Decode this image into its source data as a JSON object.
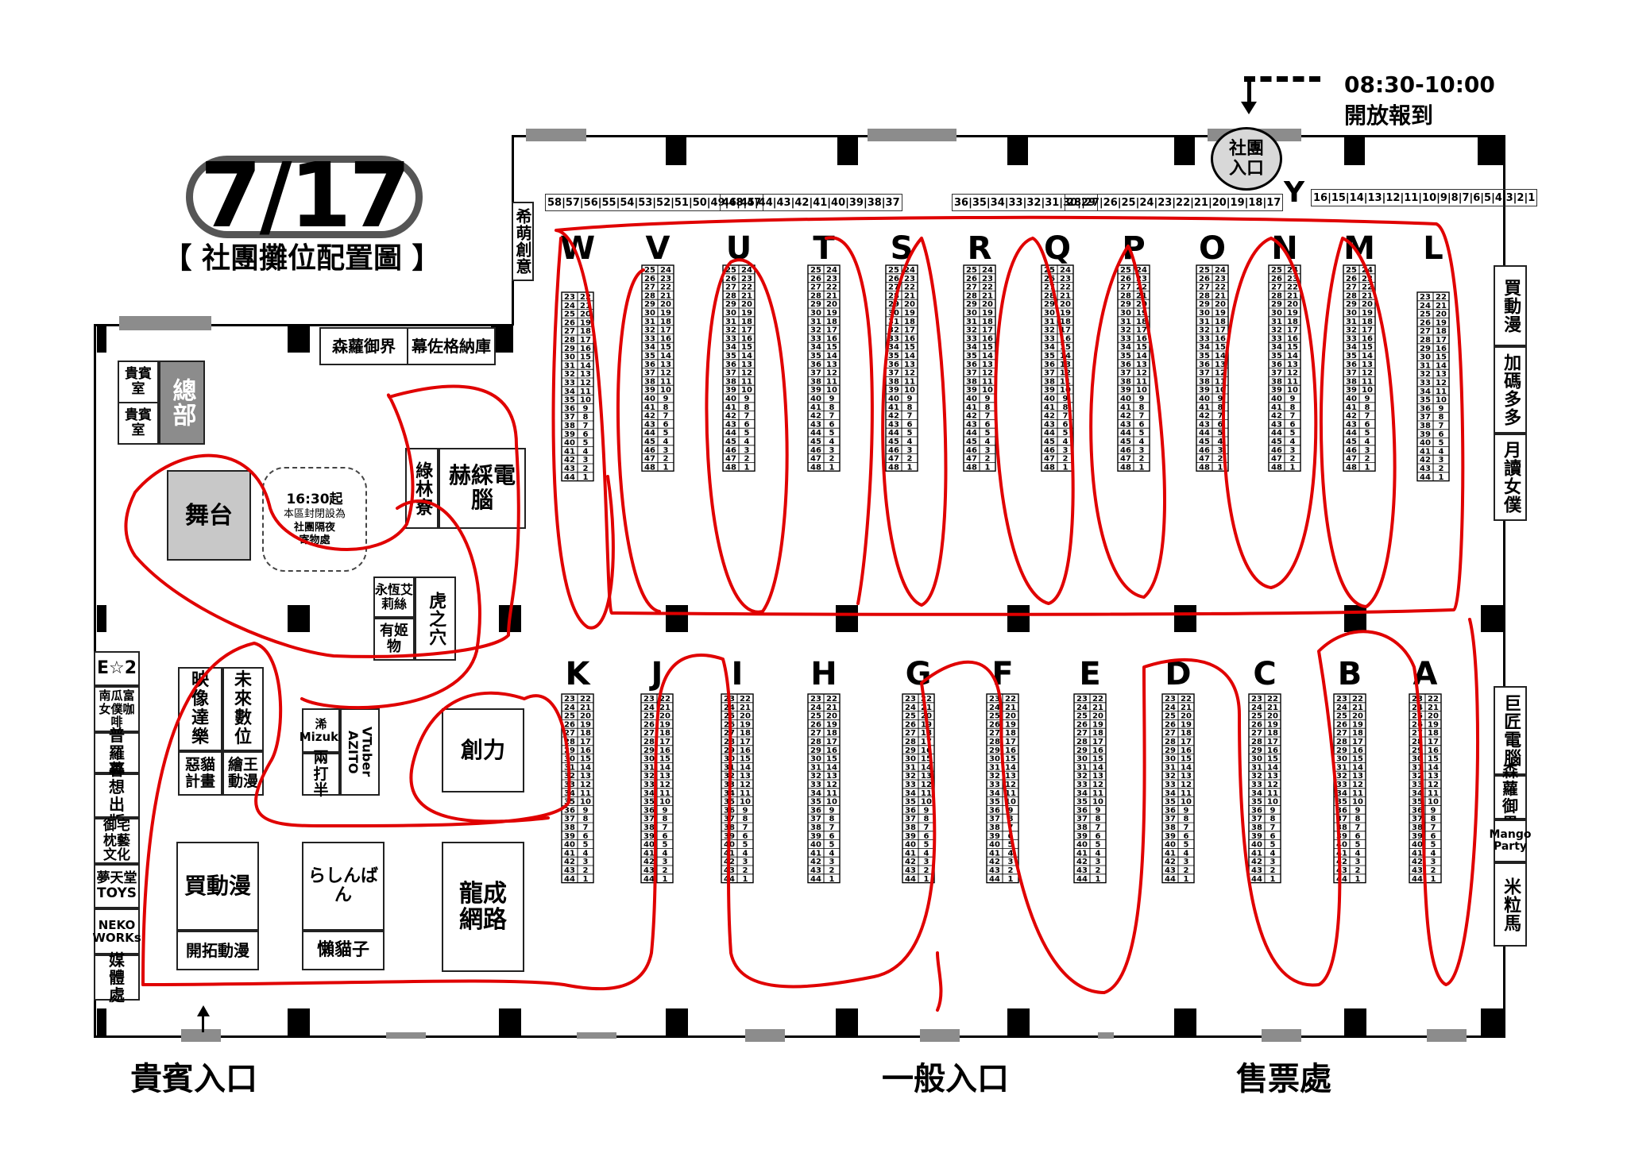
{
  "header": {
    "date": "7/17",
    "subtitle": "【 社團攤位配置圖 】"
  },
  "checkin": {
    "time": "08:30-10:00",
    "label": "開放報到",
    "entrance": "社團入口",
    "marker": "Y"
  },
  "top_wall_groups": [
    [
      "58",
      "57",
      "56",
      "55",
      "54",
      "53",
      "52",
      "51",
      "50",
      "49",
      "48",
      "47"
    ],
    [
      "46",
      "45",
      "44",
      "43",
      "42",
      "41",
      "40",
      "39",
      "38",
      "37"
    ],
    [
      "36",
      "35",
      "34",
      "33",
      "32",
      "31",
      "30",
      "29"
    ],
    [
      "28",
      "27",
      "26",
      "25",
      "24",
      "23",
      "22",
      "21",
      "20",
      "19",
      "18",
      "17"
    ],
    [
      "16",
      "15",
      "14",
      "13",
      "12",
      "11",
      "10",
      "9",
      "8",
      "7",
      "6",
      "5",
      "4",
      "3",
      "2",
      "1"
    ]
  ],
  "left_top_booth": "希萌創意",
  "top_left_booths": [
    "森蘿御界",
    "幕佐格納庫"
  ],
  "hq": {
    "label": "總部",
    "vip_rooms": [
      "貴賓室",
      "貴賓室"
    ]
  },
  "stage": "舞台",
  "storage_note": {
    "time": "16:30起",
    "line1": "本區封閉設為",
    "line2": "社團隔夜",
    "line3": "寄物處"
  },
  "mid_booths": {
    "lulinliao": "綠林寮",
    "hecai": "赫綵電腦",
    "yongheng": "永恆艾莉絲",
    "youji": "有姬物",
    "huzhixue": "虎之穴",
    "yingxiang": "映像達樂",
    "weilai": "未來數位",
    "emao": "惡貓計畫",
    "huiwang": "繪王動漫",
    "mizuki": "浠Mizuki",
    "liangda": "兩打半",
    "vtuber": "VTuber AZITO",
    "chuangli": "創力",
    "maidongman": "買動漫",
    "kaituo": "開拓動漫",
    "rashinban": "らしんばん",
    "landmao": "懶貓子",
    "longcheng": "龍成網路"
  },
  "left_column_booths": [
    "E☆2",
    "南瓜富女僕咖啡",
    "普羅森",
    "暮想出版",
    "御宅枕藝文化",
    "夢天堂TOYS",
    "NEKO WORKs",
    "媒體處"
  ],
  "right_top_booths": [
    "買動漫",
    "加碼多多",
    "月讀女僕"
  ],
  "right_bottom_booths": [
    "巨匠電腦",
    "森蘿御界",
    "Mango Party",
    "米粒馬"
  ],
  "upper_rows": [
    {
      "letter": "W",
      "left": [
        "23",
        "24",
        "25",
        "26",
        "27",
        "28",
        "29",
        "30",
        "31",
        "32",
        "33",
        "34",
        "35",
        "36",
        "37",
        "38",
        "39",
        "40",
        "41",
        "42",
        "43",
        "44"
      ],
      "right": [
        "22",
        "21",
        "20",
        "19",
        "18",
        "17",
        "16",
        "15",
        "14",
        "13",
        "12",
        "11",
        "10",
        "9",
        "8",
        "7",
        "6",
        "5",
        "4",
        "3",
        "2",
        "1"
      ]
    },
    {
      "letter": "V",
      "left": [
        "25",
        "26",
        "27",
        "28",
        "29",
        "30",
        "31",
        "32",
        "33",
        "34",
        "35",
        "36",
        "37",
        "38",
        "39",
        "40",
        "41",
        "42",
        "43",
        "44",
        "45",
        "46",
        "47",
        "48"
      ],
      "right": [
        "24",
        "23",
        "22",
        "21",
        "20",
        "19",
        "18",
        "17",
        "16",
        "15",
        "14",
        "13",
        "12",
        "11",
        "10",
        "9",
        "8",
        "7",
        "6",
        "5",
        "4",
        "3",
        "2",
        "1"
      ]
    },
    {
      "letter": "U",
      "left": [
        "25",
        "26",
        "27",
        "28",
        "29",
        "30",
        "31",
        "32",
        "33",
        "34",
        "35",
        "36",
        "37",
        "38",
        "39",
        "40",
        "41",
        "42",
        "43",
        "44",
        "45",
        "46",
        "47",
        "48"
      ],
      "right": [
        "24",
        "23",
        "22",
        "21",
        "20",
        "19",
        "18",
        "17",
        "16",
        "15",
        "14",
        "13",
        "12",
        "11",
        "10",
        "9",
        "8",
        "7",
        "6",
        "5",
        "4",
        "3",
        "2",
        "1"
      ]
    },
    {
      "letter": "T",
      "left": [
        "25",
        "26",
        "27",
        "28",
        "29",
        "30",
        "31",
        "32",
        "33",
        "34",
        "35",
        "36",
        "37",
        "38",
        "39",
        "40",
        "41",
        "42",
        "43",
        "44",
        "45",
        "46",
        "47",
        "48"
      ],
      "right": [
        "24",
        "23",
        "22",
        "21",
        "20",
        "19",
        "18",
        "17",
        "16",
        "15",
        "14",
        "13",
        "12",
        "11",
        "10",
        "9",
        "8",
        "7",
        "6",
        "5",
        "4",
        "3",
        "2",
        "1"
      ]
    },
    {
      "letter": "S",
      "left": [
        "25",
        "26",
        "27",
        "28",
        "29",
        "30",
        "31",
        "32",
        "33",
        "34",
        "35",
        "36",
        "37",
        "38",
        "39",
        "40",
        "41",
        "42",
        "43",
        "44",
        "45",
        "46",
        "47",
        "48"
      ],
      "right": [
        "24",
        "23",
        "22",
        "21",
        "20",
        "19",
        "18",
        "17",
        "16",
        "15",
        "14",
        "13",
        "12",
        "11",
        "10",
        "9",
        "8",
        "7",
        "6",
        "5",
        "4",
        "3",
        "2",
        "1"
      ]
    },
    {
      "letter": "R",
      "left": [
        "25",
        "26",
        "27",
        "28",
        "29",
        "30",
        "31",
        "32",
        "33",
        "34",
        "35",
        "36",
        "37",
        "38",
        "39",
        "40",
        "41",
        "42",
        "43",
        "44",
        "45",
        "46",
        "47",
        "48"
      ],
      "right": [
        "24",
        "23",
        "22",
        "21",
        "20",
        "19",
        "18",
        "17",
        "16",
        "15",
        "14",
        "13",
        "12",
        "11",
        "10",
        "9",
        "8",
        "7",
        "6",
        "5",
        "4",
        "3",
        "2",
        "1"
      ]
    },
    {
      "letter": "Q",
      "left": [
        "25",
        "26",
        "27",
        "28",
        "29",
        "30",
        "31",
        "32",
        "33",
        "34",
        "35",
        "36",
        "37",
        "38",
        "39",
        "40",
        "41",
        "42",
        "43",
        "44",
        "45",
        "46",
        "47",
        "48"
      ],
      "right": [
        "24",
        "23",
        "22",
        "21",
        "20",
        "19",
        "18",
        "17",
        "16",
        "15",
        "14",
        "13",
        "12",
        "11",
        "10",
        "9",
        "8",
        "7",
        "6",
        "5",
        "4",
        "3",
        "2",
        "1"
      ]
    },
    {
      "letter": "P",
      "left": [
        "25",
        "26",
        "27",
        "28",
        "29",
        "30",
        "31",
        "32",
        "33",
        "34",
        "35",
        "36",
        "37",
        "38",
        "39",
        "40",
        "41",
        "42",
        "43",
        "44",
        "45",
        "46",
        "47",
        "48"
      ],
      "right": [
        "24",
        "23",
        "22",
        "21",
        "20",
        "19",
        "18",
        "17",
        "16",
        "15",
        "14",
        "13",
        "12",
        "11",
        "10",
        "9",
        "8",
        "7",
        "6",
        "5",
        "4",
        "3",
        "2",
        "1"
      ]
    },
    {
      "letter": "O",
      "left": [
        "25",
        "26",
        "27",
        "28",
        "29",
        "30",
        "31",
        "32",
        "33",
        "34",
        "35",
        "36",
        "37",
        "38",
        "39",
        "40",
        "41",
        "42",
        "43",
        "44",
        "45",
        "46",
        "47",
        "48"
      ],
      "right": [
        "24",
        "23",
        "22",
        "21",
        "20",
        "19",
        "18",
        "17",
        "16",
        "15",
        "14",
        "13",
        "12",
        "11",
        "10",
        "9",
        "8",
        "7",
        "6",
        "5",
        "4",
        "3",
        "2",
        "1"
      ]
    },
    {
      "letter": "N",
      "left": [
        "25",
        "26",
        "27",
        "28",
        "29",
        "30",
        "31",
        "32",
        "33",
        "34",
        "35",
        "36",
        "37",
        "38",
        "39",
        "40",
        "41",
        "42",
        "43",
        "44",
        "45",
        "46",
        "47",
        "48"
      ],
      "right": [
        "24",
        "23",
        "22",
        "21",
        "20",
        "19",
        "18",
        "17",
        "16",
        "15",
        "14",
        "13",
        "12",
        "11",
        "10",
        "9",
        "8",
        "7",
        "6",
        "5",
        "4",
        "3",
        "2",
        "1"
      ]
    },
    {
      "letter": "M",
      "left": [
        "25",
        "26",
        "27",
        "28",
        "29",
        "30",
        "31",
        "32",
        "33",
        "34",
        "35",
        "36",
        "37",
        "38",
        "39",
        "40",
        "41",
        "42",
        "43",
        "44",
        "45",
        "46",
        "47",
        "48"
      ],
      "right": [
        "24",
        "23",
        "22",
        "21",
        "20",
        "19",
        "18",
        "17",
        "16",
        "15",
        "14",
        "13",
        "12",
        "11",
        "10",
        "9",
        "8",
        "7",
        "6",
        "5",
        "4",
        "3",
        "2",
        "1"
      ]
    },
    {
      "letter": "L",
      "left": [
        "23",
        "24",
        "25",
        "26",
        "27",
        "28",
        "29",
        "30",
        "31",
        "32",
        "33",
        "34",
        "35",
        "36",
        "37",
        "38",
        "39",
        "40",
        "41",
        "42",
        "43",
        "44"
      ],
      "right": [
        "22",
        "21",
        "20",
        "19",
        "18",
        "17",
        "16",
        "15",
        "14",
        "13",
        "12",
        "11",
        "10",
        "9",
        "8",
        "7",
        "6",
        "5",
        "4",
        "3",
        "2",
        "1"
      ]
    }
  ],
  "lower_rows": [
    {
      "letter": "K",
      "left": [
        "23",
        "24",
        "25",
        "26",
        "27",
        "28",
        "29",
        "30",
        "31",
        "32",
        "33",
        "34",
        "35",
        "36",
        "37",
        "38",
        "39",
        "40",
        "41",
        "42",
        "43",
        "44"
      ],
      "right": [
        "22",
        "21",
        "20",
        "19",
        "18",
        "17",
        "16",
        "15",
        "14",
        "13",
        "12",
        "11",
        "10",
        "9",
        "8",
        "7",
        "6",
        "5",
        "4",
        "3",
        "2",
        "1"
      ]
    },
    {
      "letter": "J",
      "left": [
        "23",
        "24",
        "25",
        "26",
        "27",
        "28",
        "29",
        "30",
        "31",
        "32",
        "33",
        "34",
        "35",
        "36",
        "37",
        "38",
        "39",
        "40",
        "41",
        "42",
        "43",
        "44"
      ],
      "right": [
        "22",
        "21",
        "20",
        "19",
        "18",
        "17",
        "16",
        "15",
        "14",
        "13",
        "12",
        "11",
        "10",
        "9",
        "8",
        "7",
        "6",
        "5",
        "4",
        "3",
        "2",
        "1"
      ]
    },
    {
      "letter": "I",
      "left": [
        "23",
        "24",
        "25",
        "26",
        "27",
        "28",
        "29",
        "30",
        "31",
        "32",
        "33",
        "34",
        "35",
        "36",
        "37",
        "38",
        "39",
        "40",
        "41",
        "42",
        "43",
        "44"
      ],
      "right": [
        "22",
        "21",
        "20",
        "19",
        "18",
        "17",
        "16",
        "15",
        "14",
        "13",
        "12",
        "11",
        "10",
        "9",
        "8",
        "7",
        "6",
        "5",
        "4",
        "3",
        "2",
        "1"
      ]
    },
    {
      "letter": "H",
      "left": [
        "23",
        "24",
        "25",
        "26",
        "27",
        "28",
        "29",
        "30",
        "31",
        "32",
        "33",
        "34",
        "35",
        "36",
        "37",
        "38",
        "39",
        "40",
        "41",
        "42",
        "43",
        "44"
      ],
      "right": [
        "22",
        "21",
        "20",
        "19",
        "18",
        "17",
        "16",
        "15",
        "14",
        "13",
        "12",
        "11",
        "10",
        "9",
        "8",
        "7",
        "6",
        "5",
        "4",
        "3",
        "2",
        "1"
      ]
    },
    {
      "letter": "G",
      "left": [
        "23",
        "24",
        "25",
        "26",
        "27",
        "28",
        "29",
        "30",
        "31",
        "32",
        "33",
        "34",
        "35",
        "36",
        "37",
        "38",
        "39",
        "40",
        "41",
        "42",
        "43",
        "44"
      ],
      "right": [
        "22",
        "21",
        "20",
        "19",
        "18",
        "17",
        "16",
        "15",
        "14",
        "13",
        "12",
        "11",
        "10",
        "9",
        "8",
        "7",
        "6",
        "5",
        "4",
        "3",
        "2",
        "1"
      ]
    },
    {
      "letter": "F",
      "left": [
        "23",
        "24",
        "25",
        "26",
        "27",
        "28",
        "29",
        "30",
        "31",
        "32",
        "33",
        "34",
        "35",
        "36",
        "37",
        "38",
        "39",
        "40",
        "41",
        "42",
        "43",
        "44"
      ],
      "right": [
        "22",
        "21",
        "20",
        "19",
        "18",
        "17",
        "16",
        "15",
        "14",
        "13",
        "12",
        "11",
        "10",
        "9",
        "8",
        "7",
        "6",
        "5",
        "4",
        "3",
        "2",
        "1"
      ]
    },
    {
      "letter": "E",
      "left": [
        "23",
        "24",
        "25",
        "26",
        "27",
        "28",
        "29",
        "30",
        "31",
        "32",
        "33",
        "34",
        "35",
        "36",
        "37",
        "38",
        "39",
        "40",
        "41",
        "42",
        "43",
        "44"
      ],
      "right": [
        "22",
        "21",
        "20",
        "19",
        "18",
        "17",
        "16",
        "15",
        "14",
        "13",
        "12",
        "11",
        "10",
        "9",
        "8",
        "7",
        "6",
        "5",
        "4",
        "3",
        "2",
        "1"
      ]
    },
    {
      "letter": "D",
      "left": [
        "23",
        "24",
        "25",
        "26",
        "27",
        "28",
        "29",
        "30",
        "31",
        "32",
        "33",
        "34",
        "35",
        "36",
        "37",
        "38",
        "39",
        "40",
        "41",
        "42",
        "43",
        "44"
      ],
      "right": [
        "22",
        "21",
        "20",
        "19",
        "18",
        "17",
        "16",
        "15",
        "14",
        "13",
        "12",
        "11",
        "10",
        "9",
        "8",
        "7",
        "6",
        "5",
        "4",
        "3",
        "2",
        "1"
      ]
    },
    {
      "letter": "C",
      "left": [
        "23",
        "24",
        "25",
        "26",
        "27",
        "28",
        "29",
        "30",
        "31",
        "32",
        "33",
        "34",
        "35",
        "36",
        "37",
        "38",
        "39",
        "40",
        "41",
        "42",
        "43",
        "44"
      ],
      "right": [
        "22",
        "21",
        "20",
        "19",
        "18",
        "17",
        "16",
        "15",
        "14",
        "13",
        "12",
        "11",
        "10",
        "9",
        "8",
        "7",
        "6",
        "5",
        "4",
        "3",
        "2",
        "1"
      ]
    },
    {
      "letter": "B",
      "left": [
        "23",
        "24",
        "25",
        "26",
        "27",
        "28",
        "29",
        "30",
        "31",
        "32",
        "33",
        "34",
        "35",
        "36",
        "37",
        "38",
        "39",
        "40",
        "41",
        "42",
        "43",
        "44"
      ],
      "right": [
        "22",
        "21",
        "20",
        "19",
        "18",
        "17",
        "16",
        "15",
        "14",
        "13",
        "12",
        "11",
        "10",
        "9",
        "8",
        "7",
        "6",
        "5",
        "4",
        "3",
        "2",
        "1"
      ]
    },
    {
      "letter": "A",
      "left": [
        "23",
        "24",
        "25",
        "26",
        "27",
        "28",
        "29",
        "30",
        "31",
        "32",
        "33",
        "34",
        "35",
        "36",
        "37",
        "38",
        "39",
        "40",
        "41",
        "42",
        "43",
        "44"
      ],
      "right": [
        "22",
        "21",
        "20",
        "19",
        "18",
        "17",
        "16",
        "15",
        "14",
        "13",
        "12",
        "11",
        "10",
        "9",
        "8",
        "7",
        "6",
        "5",
        "4",
        "3",
        "2",
        "1"
      ]
    }
  ],
  "bottom": {
    "vip_entrance": "貴賓入口",
    "general_entrance": "一般入口",
    "ticket_office": "售票處"
  },
  "colors": {
    "route": "#e00000",
    "pillar": "#000000",
    "door": "#8c8c8c",
    "stage_fill": "#c8c8c8"
  }
}
